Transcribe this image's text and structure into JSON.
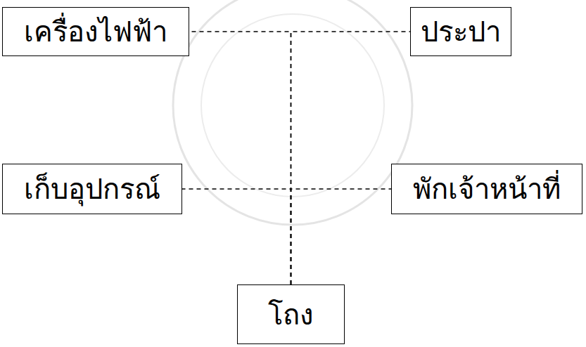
{
  "diagram": {
    "nodes": [
      {
        "text": [
          "เครื่องไฟฟ้า"
        ]
      },
      {
        "text": [
          "ประปา"
        ]
      },
      {
        "text": [
          "เก็บอุปกรณ์"
        ]
      },
      {
        "text": [
          "พักเจ้าหน้าที่"
        ]
      },
      {
        "text": [
          "โถง"
        ]
      }
    ],
    "edges": [
      {
        "from": 4,
        "to": 0,
        "arrow": "none"
      },
      {
        "from": 4,
        "to": 1,
        "arrow": "none"
      },
      {
        "from": 4,
        "to": 2,
        "arrow": "none"
      },
      {
        "from": 4,
        "to": 3,
        "arrow": "none"
      }
    ]
  }
}
